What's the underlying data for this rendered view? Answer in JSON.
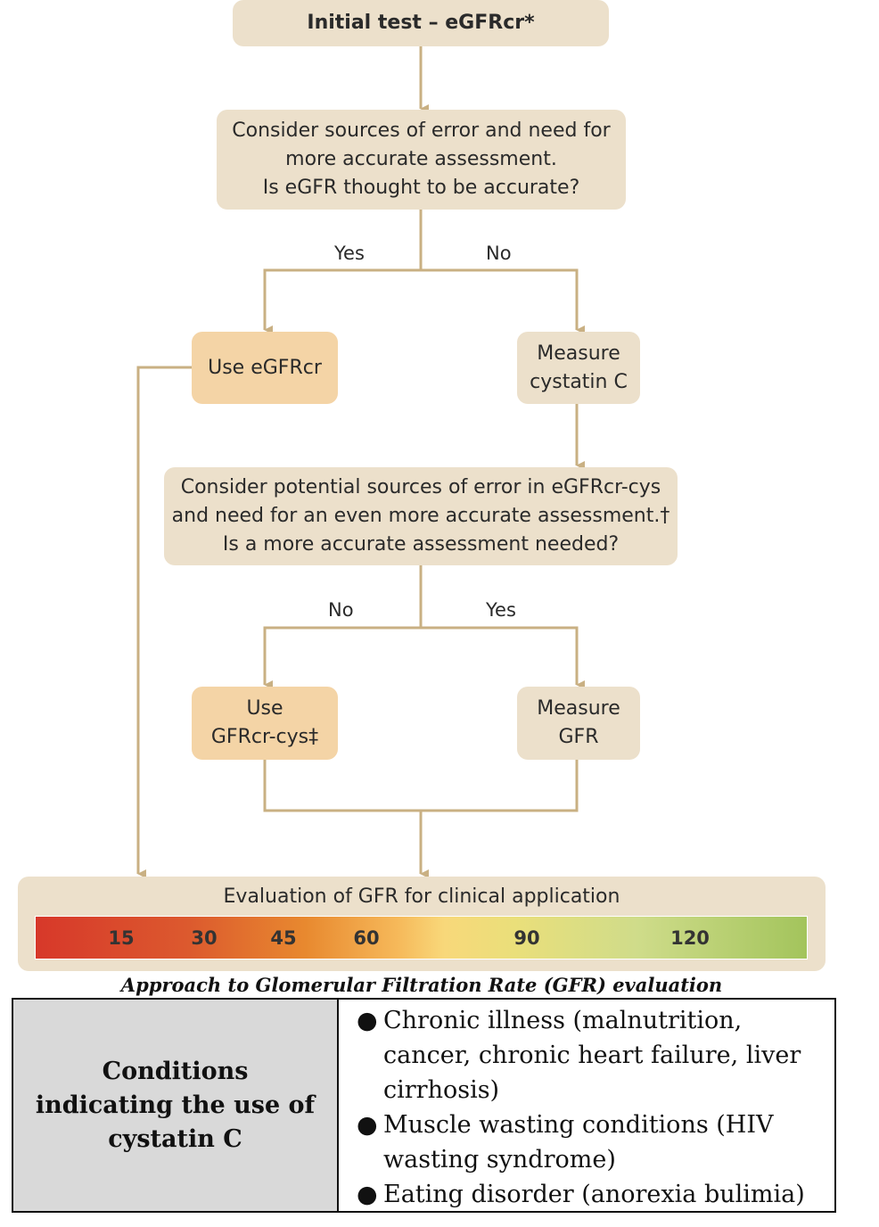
{
  "colors": {
    "connector": "#c9b083",
    "beige_box": "#ece0cb",
    "orange_box": "#f4d4a6"
  },
  "flowchart": {
    "initial": "Initial test – eGFRcr*",
    "consider1": [
      "Consider sources of error and need for",
      "more accurate assessment.",
      "Is eGFR thought to be accurate?"
    ],
    "branch1_yes": "Yes",
    "branch1_no": "No",
    "use_egfrcr": "Use eGFRcr",
    "measure_cys": [
      "Measure",
      "cystatin C"
    ],
    "consider2": [
      "Consider potential sources of error in eGFRcr-cys",
      "and need for an even more accurate assessment.†",
      "Is a more accurate assessment needed?"
    ],
    "branch2_no": "No",
    "branch2_yes": "Yes",
    "use_gfrcr_cys": [
      "Use",
      "GFRcr-cys‡"
    ],
    "measure_gfr": [
      "Measure",
      "GFR"
    ],
    "evaluation_title": "Evaluation of GFR for clinical application",
    "scale_ticks": [
      "15",
      "30",
      "45",
      "60",
      "90",
      "120"
    ]
  },
  "caption": "Approach to Glomerular Filtration Rate (GFR) evaluation",
  "conditions_table": {
    "heading": [
      "Conditions",
      "indicating the use of",
      "cystatin C"
    ],
    "items": [
      [
        "Chronic illness (malnutrition,",
        "cancer, chronic heart failure, liver",
        "cirrhosis)"
      ],
      [
        "Muscle wasting conditions (HIV",
        "wasting syndrome)"
      ],
      [
        "Eating disorder (anorexia bulimia)"
      ]
    ]
  }
}
